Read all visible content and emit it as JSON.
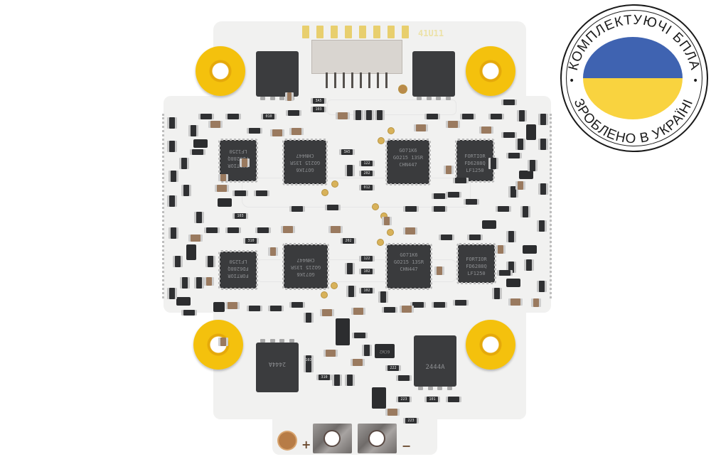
{
  "image": {
    "subject": "ESC (electronic speed controller) circuit board, white PCB, top view",
    "background_color": "#ffffff",
    "board_color": "#f1f1f0"
  },
  "board": {
    "silkscreen_code": "41U11",
    "polarity": {
      "plus": "+",
      "minus": "−"
    },
    "driver_chips": [
      {
        "position": "top-left",
        "brand": "FORTIOR",
        "lines": [
          "FORTIOR",
          "FD6288Q",
          "LF1250"
        ],
        "orientation": "rotated-180"
      },
      {
        "position": "top-center-left",
        "brand": "ST",
        "lines": [
          "GO71K6",
          "GO215 13SR",
          "CHN447"
        ],
        "orientation": "rotated-180"
      },
      {
        "position": "top-center-right",
        "brand": "ST",
        "lines": [
          "GO71K6",
          "GO215 13SR",
          "CHN447"
        ],
        "orientation": "normal"
      },
      {
        "position": "top-right",
        "brand": "FORTIOR",
        "lines": [
          "FORTIOR",
          "FD6288Q",
          "LF1250"
        ],
        "orientation": "normal"
      },
      {
        "position": "bottom-left",
        "brand": "FORTIOR",
        "lines": [
          "FORTIOR",
          "FD6288Q",
          "LF1250"
        ],
        "orientation": "rotated-180"
      },
      {
        "position": "bottom-center-left",
        "brand": "ST",
        "lines": [
          "GO71K6",
          "GO215 13SR",
          "CHN447"
        ],
        "orientation": "rotated-180"
      },
      {
        "position": "bottom-center-right",
        "brand": "ST",
        "lines": [
          "GO71K6",
          "GO215 13SR",
          "CHN447"
        ],
        "orientation": "normal"
      },
      {
        "position": "bottom-right",
        "brand": "FORTIOR",
        "lines": [
          "FORTIOR",
          "FD6288Q",
          "LF1250"
        ],
        "orientation": "normal"
      }
    ],
    "mosfets": [
      {
        "position": "top-left",
        "marking": ""
      },
      {
        "position": "top-right",
        "marking": ""
      },
      {
        "position": "bottom-left",
        "marking": "2444A"
      },
      {
        "position": "bottom-right",
        "marking": "2444A"
      }
    ],
    "regulator_marking": "6CW2",
    "resistor_codes": [
      "102",
      "103",
      "122",
      "202",
      "222",
      "223",
      "101",
      "310",
      "010",
      "012",
      "002",
      "A5",
      "3A5"
    ],
    "spacer_color": "#f4c10d",
    "spacer_count": 4
  },
  "badge": {
    "top_text": "КОМПЛЕКТУЮЧІ БПЛА",
    "bottom_text": "ЗРОБЛЕНО В УКРАЇНІ",
    "flag_colors": {
      "blue": "#3f63b1",
      "yellow": "#f9d33f"
    },
    "separator": "•"
  }
}
